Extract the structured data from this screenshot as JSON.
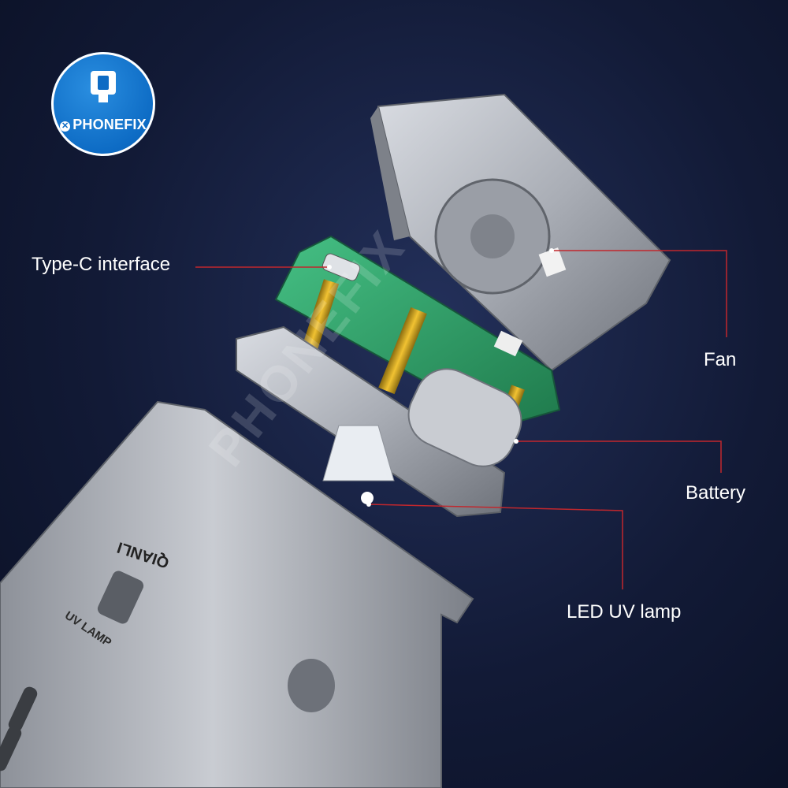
{
  "logo": {
    "brand": "PHONEFIX"
  },
  "watermark": "PHONEFIX",
  "device": {
    "brand_marking": "QIANLI",
    "product_label": "UV LAMP"
  },
  "callouts": {
    "type_c": "Type-C interface",
    "fan": "Fan",
    "battery": "Battery",
    "led": "LED UV lamp"
  },
  "colors": {
    "leader_line": "#c1272d",
    "pcb": "#2fa36b",
    "metal": "#b9bcc3",
    "logo_blue": "#0d6bc4"
  }
}
